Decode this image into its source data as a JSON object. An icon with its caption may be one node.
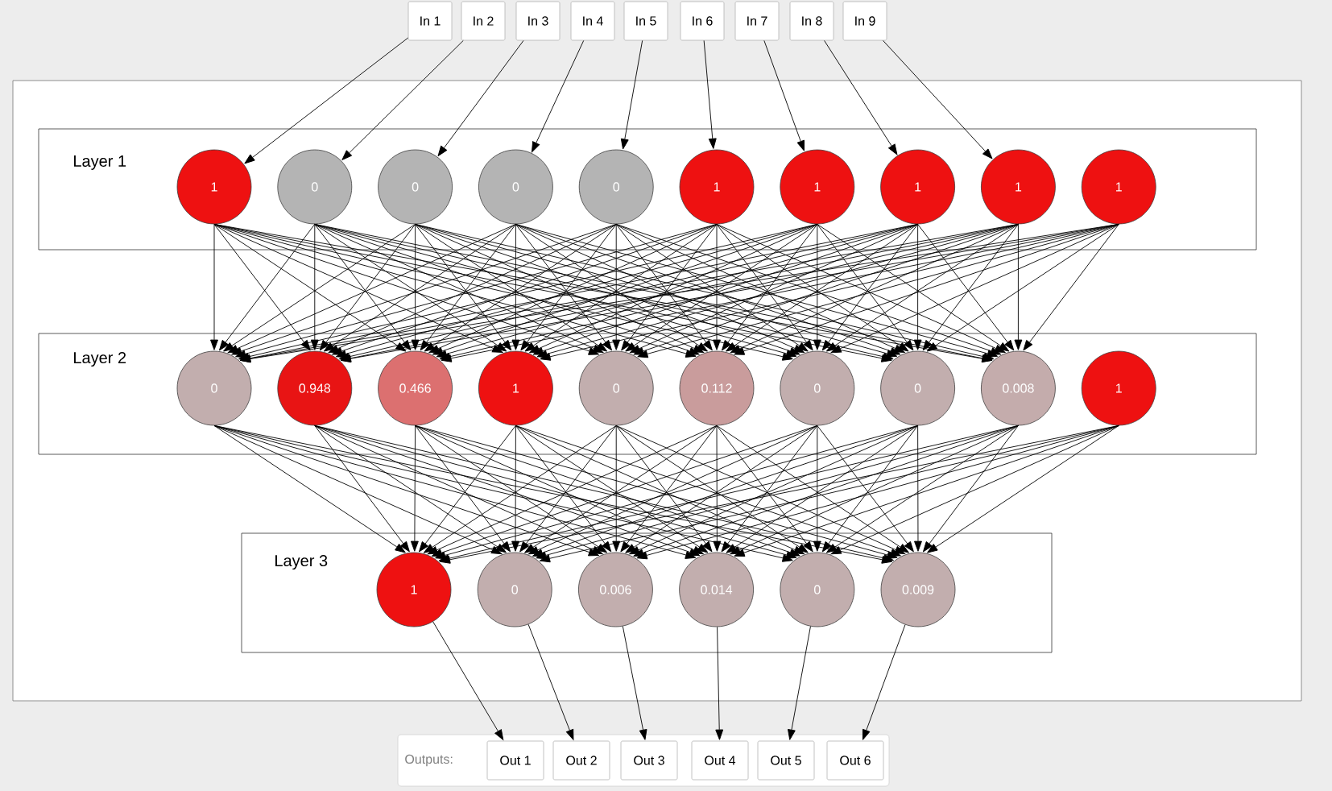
{
  "diagram": {
    "nodes": [
      {
        "text": [
          "In 1"
        ]
      },
      {
        "text": [
          "In 2"
        ]
      },
      {
        "text": [
          "In 3"
        ]
      },
      {
        "text": [
          "In 4"
        ]
      },
      {
        "text": [
          "In 5"
        ]
      },
      {
        "text": [
          "In 6"
        ]
      },
      {
        "text": [
          "In 7"
        ]
      },
      {
        "text": [
          "In 8"
        ]
      },
      {
        "text": [
          "In 9"
        ]
      },
      {
        "text": [
          "Layer 1"
        ]
      },
      {
        "text": [
          "1"
        ],
        "in": 9
      },
      {
        "text": [
          "0"
        ],
        "in": 9
      },
      {
        "text": [
          "0"
        ],
        "in": 9
      },
      {
        "text": [
          "0"
        ],
        "in": 9
      },
      {
        "text": [
          "0"
        ],
        "in": 9
      },
      {
        "text": [
          "1"
        ],
        "in": 9
      },
      {
        "text": [
          "1"
        ],
        "in": 9
      },
      {
        "text": [
          "1"
        ],
        "in": 9
      },
      {
        "text": [
          "1"
        ],
        "in": 9
      },
      {
        "text": [
          "1"
        ],
        "in": 9
      },
      {
        "text": [
          "Layer 2"
        ]
      },
      {
        "text": [
          "0"
        ],
        "in": 20
      },
      {
        "text": [
          "0.948"
        ],
        "in": 20
      },
      {
        "text": [
          "0.466"
        ],
        "in": 20
      },
      {
        "text": [
          "1"
        ],
        "in": 20
      },
      {
        "text": [
          "0"
        ],
        "in": 20
      },
      {
        "text": [
          "0.112"
        ],
        "in": 20
      },
      {
        "text": [
          "0"
        ],
        "in": 20
      },
      {
        "text": [
          "0"
        ],
        "in": 20
      },
      {
        "text": [
          "0.008"
        ],
        "in": 20
      },
      {
        "text": [
          "1"
        ],
        "in": 20
      },
      {
        "text": [
          "Layer 3"
        ]
      },
      {
        "text": [
          "1"
        ],
        "in": 31
      },
      {
        "text": [
          "0"
        ],
        "in": 31
      },
      {
        "text": [
          "0.006"
        ],
        "in": 31
      },
      {
        "text": [
          "0.014"
        ],
        "in": 31
      },
      {
        "text": [
          "0"
        ],
        "in": 31
      },
      {
        "text": [
          "0.009"
        ],
        "in": 31
      },
      {
        "text": [
          "Outputs:"
        ]
      },
      {
        "text": [
          "Out 1"
        ],
        "in": 38
      },
      {
        "text": [
          "Out 2"
        ],
        "in": 38
      },
      {
        "text": [
          "Out 3"
        ],
        "in": 38
      },
      {
        "text": [
          "Out 4"
        ],
        "in": 38
      },
      {
        "text": [
          "Out 5"
        ],
        "in": 38
      },
      {
        "text": [
          "Out 6"
        ],
        "in": 38
      }
    ],
    "edges": [
      {
        "from": 0,
        "to": 10,
        "arrow": "to"
      },
      {
        "from": 1,
        "to": 11,
        "arrow": "to"
      },
      {
        "from": 2,
        "to": 12,
        "arrow": "to"
      },
      {
        "from": 3,
        "to": 13,
        "arrow": "to"
      },
      {
        "from": 4,
        "to": 14,
        "arrow": "to"
      },
      {
        "from": 5,
        "to": 15,
        "arrow": "to"
      },
      {
        "from": 6,
        "to": 16,
        "arrow": "to"
      },
      {
        "from": 7,
        "to": 17,
        "arrow": "to"
      },
      {
        "from": 8,
        "to": 18,
        "arrow": "to"
      },
      {
        "from": 10,
        "to": 21,
        "arrow": "to"
      },
      {
        "from": 10,
        "to": 22,
        "arrow": "to"
      },
      {
        "from": 10,
        "to": 23,
        "arrow": "to"
      },
      {
        "from": 10,
        "to": 24,
        "arrow": "to"
      },
      {
        "from": 10,
        "to": 25,
        "arrow": "to"
      },
      {
        "from": 10,
        "to": 26,
        "arrow": "to"
      },
      {
        "from": 10,
        "to": 27,
        "arrow": "to"
      },
      {
        "from": 10,
        "to": 28,
        "arrow": "to"
      },
      {
        "from": 10,
        "to": 29,
        "arrow": "to"
      },
      {
        "from": 11,
        "to": 21,
        "arrow": "to"
      },
      {
        "from": 11,
        "to": 22,
        "arrow": "to"
      },
      {
        "from": 11,
        "to": 23,
        "arrow": "to"
      },
      {
        "from": 11,
        "to": 24,
        "arrow": "to"
      },
      {
        "from": 11,
        "to": 25,
        "arrow": "to"
      },
      {
        "from": 11,
        "to": 26,
        "arrow": "to"
      },
      {
        "from": 11,
        "to": 27,
        "arrow": "to"
      },
      {
        "from": 11,
        "to": 28,
        "arrow": "to"
      },
      {
        "from": 11,
        "to": 29,
        "arrow": "to"
      },
      {
        "from": 12,
        "to": 21,
        "arrow": "to"
      },
      {
        "from": 12,
        "to": 22,
        "arrow": "to"
      },
      {
        "from": 12,
        "to": 23,
        "arrow": "to"
      },
      {
        "from": 12,
        "to": 24,
        "arrow": "to"
      },
      {
        "from": 12,
        "to": 25,
        "arrow": "to"
      },
      {
        "from": 12,
        "to": 26,
        "arrow": "to"
      },
      {
        "from": 12,
        "to": 27,
        "arrow": "to"
      },
      {
        "from": 12,
        "to": 28,
        "arrow": "to"
      },
      {
        "from": 12,
        "to": 29,
        "arrow": "to"
      },
      {
        "from": 13,
        "to": 21,
        "arrow": "to"
      },
      {
        "from": 13,
        "to": 22,
        "arrow": "to"
      },
      {
        "from": 13,
        "to": 23,
        "arrow": "to"
      },
      {
        "from": 13,
        "to": 24,
        "arrow": "to"
      },
      {
        "from": 13,
        "to": 25,
        "arrow": "to"
      },
      {
        "from": 13,
        "to": 26,
        "arrow": "to"
      },
      {
        "from": 13,
        "to": 27,
        "arrow": "to"
      },
      {
        "from": 13,
        "to": 28,
        "arrow": "to"
      },
      {
        "from": 13,
        "to": 29,
        "arrow": "to"
      },
      {
        "from": 14,
        "to": 21,
        "arrow": "to"
      },
      {
        "from": 14,
        "to": 22,
        "arrow": "to"
      },
      {
        "from": 14,
        "to": 23,
        "arrow": "to"
      },
      {
        "from": 14,
        "to": 24,
        "arrow": "to"
      },
      {
        "from": 14,
        "to": 25,
        "arrow": "to"
      },
      {
        "from": 14,
        "to": 26,
        "arrow": "to"
      },
      {
        "from": 14,
        "to": 27,
        "arrow": "to"
      },
      {
        "from": 14,
        "to": 28,
        "arrow": "to"
      },
      {
        "from": 14,
        "to": 29,
        "arrow": "to"
      },
      {
        "from": 15,
        "to": 21,
        "arrow": "to"
      },
      {
        "from": 15,
        "to": 22,
        "arrow": "to"
      },
      {
        "from": 15,
        "to": 23,
        "arrow": "to"
      },
      {
        "from": 15,
        "to": 24,
        "arrow": "to"
      },
      {
        "from": 15,
        "to": 25,
        "arrow": "to"
      },
      {
        "from": 15,
        "to": 26,
        "arrow": "to"
      },
      {
        "from": 15,
        "to": 27,
        "arrow": "to"
      },
      {
        "from": 15,
        "to": 28,
        "arrow": "to"
      },
      {
        "from": 15,
        "to": 29,
        "arrow": "to"
      },
      {
        "from": 16,
        "to": 21,
        "arrow": "to"
      },
      {
        "from": 16,
        "to": 22,
        "arrow": "to"
      },
      {
        "from": 16,
        "to": 23,
        "arrow": "to"
      },
      {
        "from": 16,
        "to": 24,
        "arrow": "to"
      },
      {
        "from": 16,
        "to": 25,
        "arrow": "to"
      },
      {
        "from": 16,
        "to": 26,
        "arrow": "to"
      },
      {
        "from": 16,
        "to": 27,
        "arrow": "to"
      },
      {
        "from": 16,
        "to": 28,
        "arrow": "to"
      },
      {
        "from": 16,
        "to": 29,
        "arrow": "to"
      },
      {
        "from": 17,
        "to": 21,
        "arrow": "to"
      },
      {
        "from": 17,
        "to": 22,
        "arrow": "to"
      },
      {
        "from": 17,
        "to": 23,
        "arrow": "to"
      },
      {
        "from": 17,
        "to": 24,
        "arrow": "to"
      },
      {
        "from": 17,
        "to": 25,
        "arrow": "to"
      },
      {
        "from": 17,
        "to": 26,
        "arrow": "to"
      },
      {
        "from": 17,
        "to": 27,
        "arrow": "to"
      },
      {
        "from": 17,
        "to": 28,
        "arrow": "to"
      },
      {
        "from": 17,
        "to": 29,
        "arrow": "to"
      },
      {
        "from": 18,
        "to": 21,
        "arrow": "to"
      },
      {
        "from": 18,
        "to": 22,
        "arrow": "to"
      },
      {
        "from": 18,
        "to": 23,
        "arrow": "to"
      },
      {
        "from": 18,
        "to": 24,
        "arrow": "to"
      },
      {
        "from": 18,
        "to": 25,
        "arrow": "to"
      },
      {
        "from": 18,
        "to": 26,
        "arrow": "to"
      },
      {
        "from": 18,
        "to": 27,
        "arrow": "to"
      },
      {
        "from": 18,
        "to": 28,
        "arrow": "to"
      },
      {
        "from": 18,
        "to": 29,
        "arrow": "to"
      },
      {
        "from": 19,
        "to": 21,
        "arrow": "to"
      },
      {
        "from": 19,
        "to": 22,
        "arrow": "to"
      },
      {
        "from": 19,
        "to": 23,
        "arrow": "to"
      },
      {
        "from": 19,
        "to": 24,
        "arrow": "to"
      },
      {
        "from": 19,
        "to": 25,
        "arrow": "to"
      },
      {
        "from": 19,
        "to": 26,
        "arrow": "to"
      },
      {
        "from": 19,
        "to": 27,
        "arrow": "to"
      },
      {
        "from": 19,
        "to": 28,
        "arrow": "to"
      },
      {
        "from": 19,
        "to": 29,
        "arrow": "to"
      },
      {
        "from": 21,
        "to": 32,
        "arrow": "to"
      },
      {
        "from": 21,
        "to": 33,
        "arrow": "to"
      },
      {
        "from": 21,
        "to": 34,
        "arrow": "to"
      },
      {
        "from": 21,
        "to": 35,
        "arrow": "to"
      },
      {
        "from": 21,
        "to": 36,
        "arrow": "to"
      },
      {
        "from": 21,
        "to": 37,
        "arrow": "to"
      },
      {
        "from": 22,
        "to": 32,
        "arrow": "to"
      },
      {
        "from": 22,
        "to": 33,
        "arrow": "to"
      },
      {
        "from": 22,
        "to": 34,
        "arrow": "to"
      },
      {
        "from": 22,
        "to": 35,
        "arrow": "to"
      },
      {
        "from": 22,
        "to": 36,
        "arrow": "to"
      },
      {
        "from": 22,
        "to": 37,
        "arrow": "to"
      },
      {
        "from": 23,
        "to": 32,
        "arrow": "to"
      },
      {
        "from": 23,
        "to": 33,
        "arrow": "to"
      },
      {
        "from": 23,
        "to": 34,
        "arrow": "to"
      },
      {
        "from": 23,
        "to": 35,
        "arrow": "to"
      },
      {
        "from": 23,
        "to": 36,
        "arrow": "to"
      },
      {
        "from": 23,
        "to": 37,
        "arrow": "to"
      },
      {
        "from": 24,
        "to": 32,
        "arrow": "to"
      },
      {
        "from": 24,
        "to": 33,
        "arrow": "to"
      },
      {
        "from": 24,
        "to": 34,
        "arrow": "to"
      },
      {
        "from": 24,
        "to": 35,
        "arrow": "to"
      },
      {
        "from": 24,
        "to": 36,
        "arrow": "to"
      },
      {
        "from": 24,
        "to": 37,
        "arrow": "to"
      },
      {
        "from": 25,
        "to": 32,
        "arrow": "to"
      },
      {
        "from": 25,
        "to": 33,
        "arrow": "to"
      },
      {
        "from": 25,
        "to": 34,
        "arrow": "to"
      },
      {
        "from": 25,
        "to": 35,
        "arrow": "to"
      },
      {
        "from": 25,
        "to": 36,
        "arrow": "to"
      },
      {
        "from": 25,
        "to": 37,
        "arrow": "to"
      },
      {
        "from": 26,
        "to": 32,
        "arrow": "to"
      },
      {
        "from": 26,
        "to": 33,
        "arrow": "to"
      },
      {
        "from": 26,
        "to": 34,
        "arrow": "to"
      },
      {
        "from": 26,
        "to": 35,
        "arrow": "to"
      },
      {
        "from": 26,
        "to": 36,
        "arrow": "to"
      },
      {
        "from": 26,
        "to": 37,
        "arrow": "to"
      },
      {
        "from": 27,
        "to": 32,
        "arrow": "to"
      },
      {
        "from": 27,
        "to": 33,
        "arrow": "to"
      },
      {
        "from": 27,
        "to": 34,
        "arrow": "to"
      },
      {
        "from": 27,
        "to": 35,
        "arrow": "to"
      },
      {
        "from": 27,
        "to": 36,
        "arrow": "to"
      },
      {
        "from": 27,
        "to": 37,
        "arrow": "to"
      },
      {
        "from": 28,
        "to": 32,
        "arrow": "to"
      },
      {
        "from": 28,
        "to": 33,
        "arrow": "to"
      },
      {
        "from": 28,
        "to": 34,
        "arrow": "to"
      },
      {
        "from": 28,
        "to": 35,
        "arrow": "to"
      },
      {
        "from": 28,
        "to": 36,
        "arrow": "to"
      },
      {
        "from": 28,
        "to": 37,
        "arrow": "to"
      },
      {
        "from": 29,
        "to": 32,
        "arrow": "to"
      },
      {
        "from": 29,
        "to": 33,
        "arrow": "to"
      },
      {
        "from": 29,
        "to": 34,
        "arrow": "to"
      },
      {
        "from": 29,
        "to": 35,
        "arrow": "to"
      },
      {
        "from": 29,
        "to": 36,
        "arrow": "to"
      },
      {
        "from": 29,
        "to": 37,
        "arrow": "to"
      },
      {
        "from": 30,
        "to": 32,
        "arrow": "to"
      },
      {
        "from": 30,
        "to": 33,
        "arrow": "to"
      },
      {
        "from": 30,
        "to": 34,
        "arrow": "to"
      },
      {
        "from": 30,
        "to": 35,
        "arrow": "to"
      },
      {
        "from": 30,
        "to": 36,
        "arrow": "to"
      },
      {
        "from": 30,
        "to": 37,
        "arrow": "to"
      },
      {
        "from": 32,
        "to": 39,
        "arrow": "to"
      },
      {
        "from": 33,
        "to": 40,
        "arrow": "to"
      },
      {
        "from": 34,
        "to": 41,
        "arrow": "to"
      },
      {
        "from": 35,
        "to": 42,
        "arrow": "to"
      },
      {
        "from": 36,
        "to": 43,
        "arrow": "to"
      },
      {
        "from": 37,
        "to": 44,
        "arrow": "to"
      }
    ]
  }
}
